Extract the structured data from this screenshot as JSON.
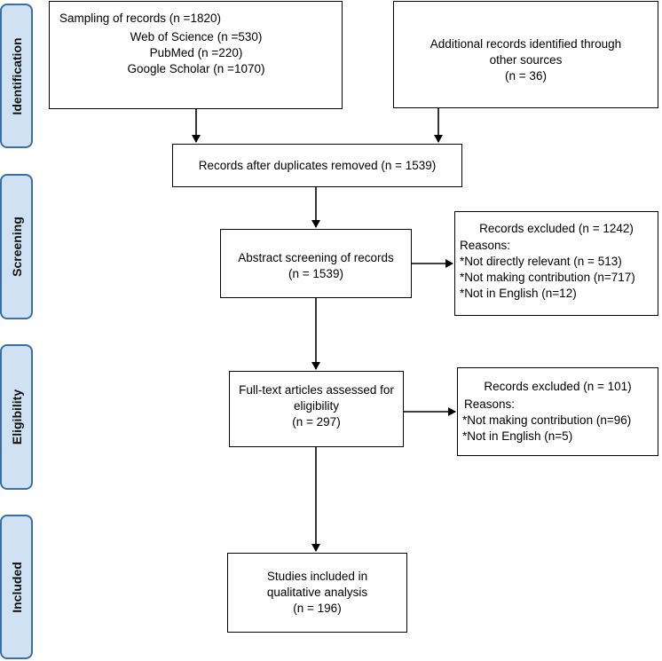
{
  "phases": {
    "identification": "Identification",
    "screening": "Screening",
    "eligibility": "Eligibility",
    "included": "Included"
  },
  "boxes": {
    "sampling": {
      "title": "Sampling of records (n =1820)",
      "lines": [
        "Web of Science (n =530)",
        "PubMed (n =220)",
        "Google Scholar (n =1070)"
      ]
    },
    "additional": {
      "lines": [
        "Additional records identified through",
        "other sources",
        "(n = 36)"
      ]
    },
    "duplicates": {
      "text": "Records after duplicates removed (n = 1539)"
    },
    "abstract": {
      "lines": [
        "Abstract screening of records",
        "(n = 1539)"
      ]
    },
    "excluded1": {
      "title": "Records excluded (n = 1242)",
      "lines": [
        "Reasons:",
        "*Not directly relevant (n = 513)",
        "*Not making contribution (n=717)",
        "*Not in English (n=12)"
      ]
    },
    "fulltext": {
      "lines": [
        "Full-text articles assessed for",
        "eligibility",
        "(n = 297)"
      ]
    },
    "excluded2": {
      "title": "Records excluded (n = 101)",
      "lines": [
        "Reasons:",
        "*Not making contribution (n=96)",
        "*Not in English (n=5)"
      ]
    },
    "included": {
      "lines": [
        "Studies included in",
        "qualitative analysis",
        "(n = 196)"
      ]
    }
  },
  "colors": {
    "phase_fill": "#cfe1f2",
    "phase_border": "#3a6fa3",
    "box_border": "#000000"
  }
}
